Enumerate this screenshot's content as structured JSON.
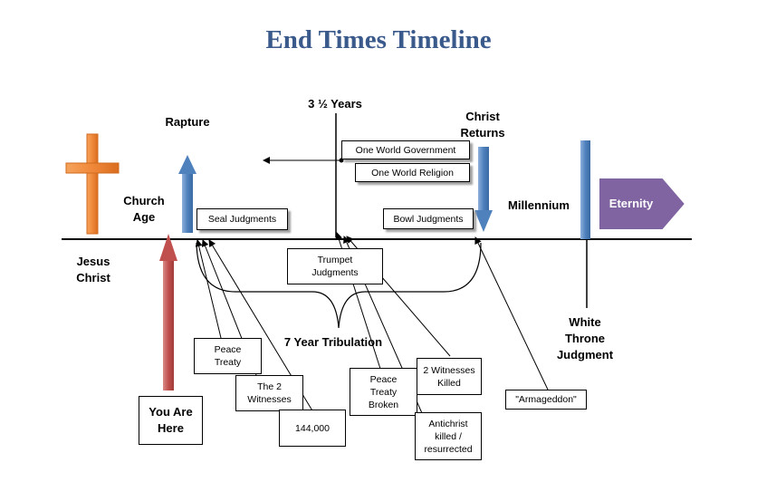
{
  "title": "End Times Timeline",
  "labels": {
    "three_half_years": "3 ½ Years",
    "rapture": "Rapture",
    "christ_returns": "Christ\nReturns",
    "church_age": "Church\nAge",
    "jesus_christ": "Jesus\nChrist",
    "millennium": "Millennium",
    "seven_year_tribulation": "7 Year Tribulation",
    "white_throne_judgment": "White\nThrone\nJudgment",
    "eternity": "Eternity"
  },
  "boxes": {
    "one_world_government": "One World Government",
    "one_world_religion": "One World Religion",
    "seal_judgments": "Seal Judgments",
    "bowl_judgments": "Bowl Judgments",
    "trumpet_judgments": "Trumpet\nJudgments",
    "peace_treaty": "Peace\nTreaty",
    "the_2_witnesses": "The 2\nWitnesses",
    "144000": "144,000",
    "peace_treaty_broken": "Peace\nTreaty\nBroken",
    "two_witnesses_killed": "2 Witnesses\nKilled",
    "antichrist_killed": "Antichrist\nkilled /\nresurrected",
    "armageddon": "\"Armageddon\"",
    "you_are_here": "You Are\nHere"
  },
  "colors": {
    "title": "#3a5a8c",
    "cross": "#f0883a",
    "rapture_arrow": "#4f81bd",
    "christ_returns_arrow": "#4f81bd",
    "you_are_here_arrow": "#c0504d",
    "white_throne_bar": "#4f81bd",
    "eternity": "#8064a2"
  }
}
